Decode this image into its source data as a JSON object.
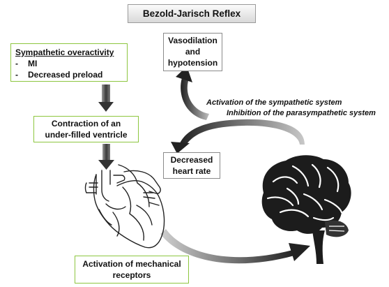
{
  "title": "Bezold-Jarisch Reflex",
  "sympathetic_box": {
    "heading": "Sympathetic overactivity",
    "items": [
      "MI",
      "Decreased preload"
    ]
  },
  "contraction_box": {
    "line1": "Contraction of an",
    "line2": "under-filled ventricle"
  },
  "vasodilation_box": {
    "line1": "Vasodilation",
    "line2": "and",
    "line3": "hypotension"
  },
  "heart_rate_box": {
    "line1": "Decreased",
    "line2": "heart rate"
  },
  "receptors_box": {
    "line1": "Activation of mechanical",
    "line2": "receptors"
  },
  "annotations": {
    "sympathetic": "Activation of the sympathetic system",
    "parasympathetic": "Inhibition of the parasympathetic system"
  },
  "icons": [
    "heart-icon",
    "brain-icon"
  ],
  "colors": {
    "box_border_green": "#8dc63f",
    "box_border_gray": "#8a8a8a",
    "arrow_dark": "#333333"
  }
}
